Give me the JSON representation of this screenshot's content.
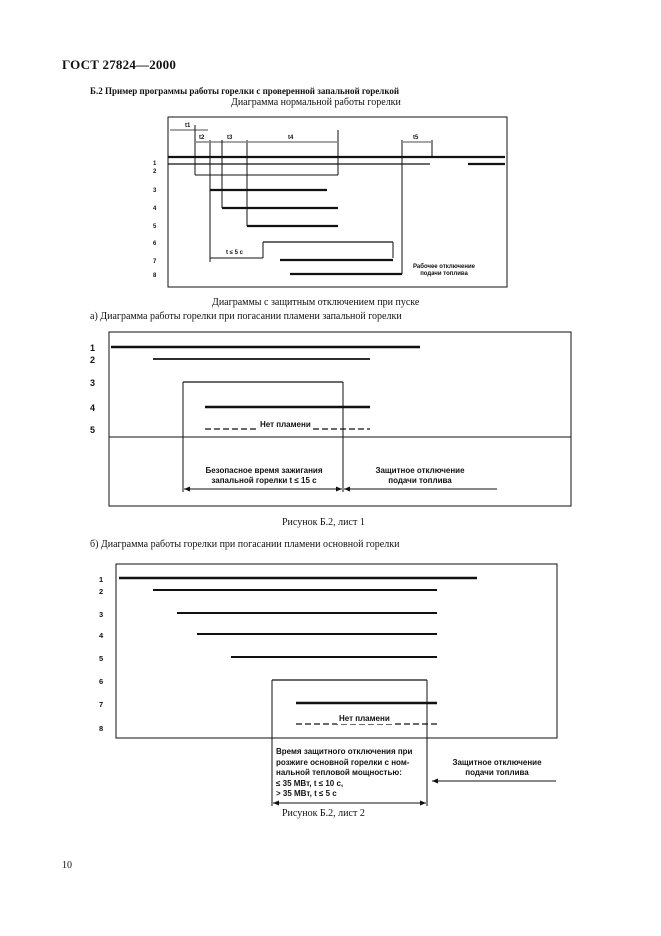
{
  "page": {
    "header": "ГОСТ 27824—2000",
    "page_number": "10",
    "section_title": "Б.2 Пример программы работы горелки с проверенной запальной горелкой"
  },
  "diagram_normal": {
    "caption": "Диаграмма нормальной работы горелки",
    "row_labels": [
      "1",
      "2",
      "3",
      "4",
      "5",
      "6",
      "7",
      "8"
    ],
    "timing_labels": [
      "t1",
      "t2",
      "t3",
      "t4",
      "t5"
    ],
    "interval_label": "t ≤ 5 с",
    "note_line1": "Рабочее отключение",
    "note_line2": "подачи топлива"
  },
  "protective_caption": "Диаграммы с защитным отключением при пуске",
  "diagram_a": {
    "caption": "а) Диаграмма работы горелки при погасании пламени запальной горелки",
    "row_labels": [
      "1",
      "2",
      "3",
      "4",
      "5"
    ],
    "no_flame": "Нет пламени",
    "safe_time_line1": "Безопасное время зажигания",
    "safe_time_line2": "запальной горелки t ≤ 15 с",
    "shutoff_line1": "Защитное отключение",
    "shutoff_line2": "подачи топлива",
    "figure_caption": "Рисунок Б.2, лист 1"
  },
  "diagram_b": {
    "caption": "б) Диаграмма работы горелки при погасании пламени основной горелки",
    "row_labels": [
      "1",
      "2",
      "3",
      "4",
      "5",
      "6",
      "7",
      "8"
    ],
    "no_flame": "Нет пламени",
    "time_line1": "Время защитного отключения при",
    "time_line2": "розжиге основной горелки с ном-",
    "time_line3": "нальной тепловой мощностью:",
    "time_line4": "≤ 35 МВт,   t ≤ 10 с,",
    "time_line5": "> 35 МВт,   t ≤   5 с",
    "shutoff_line1": "Защитное отключение",
    "shutoff_line2": "подачи топлива",
    "figure_caption": "Рисунок Б.2, лист 2"
  }
}
